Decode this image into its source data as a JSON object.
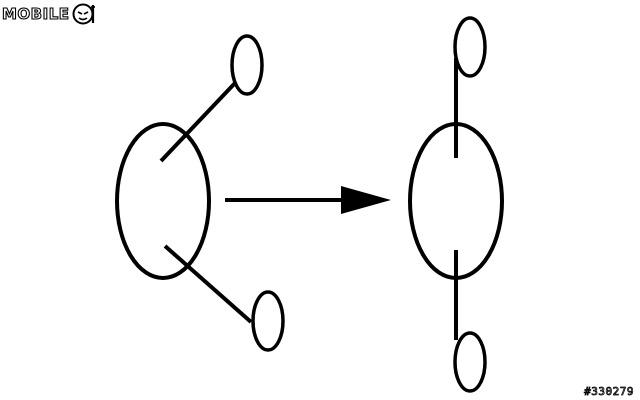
{
  "watermark": {
    "brand": "MOBILE",
    "post_id": "#330279"
  },
  "diagram": {
    "left_molecule": {
      "description_shape": "large central ellipse with two small ellipses attached at an angle"
    },
    "arrow": {
      "direction": "right"
    },
    "right_molecule": {
      "description_shape": "large central ellipse with two small ellipses attached vertically"
    },
    "colors": {
      "stroke": "#000000",
      "background": "#ffffff"
    }
  }
}
